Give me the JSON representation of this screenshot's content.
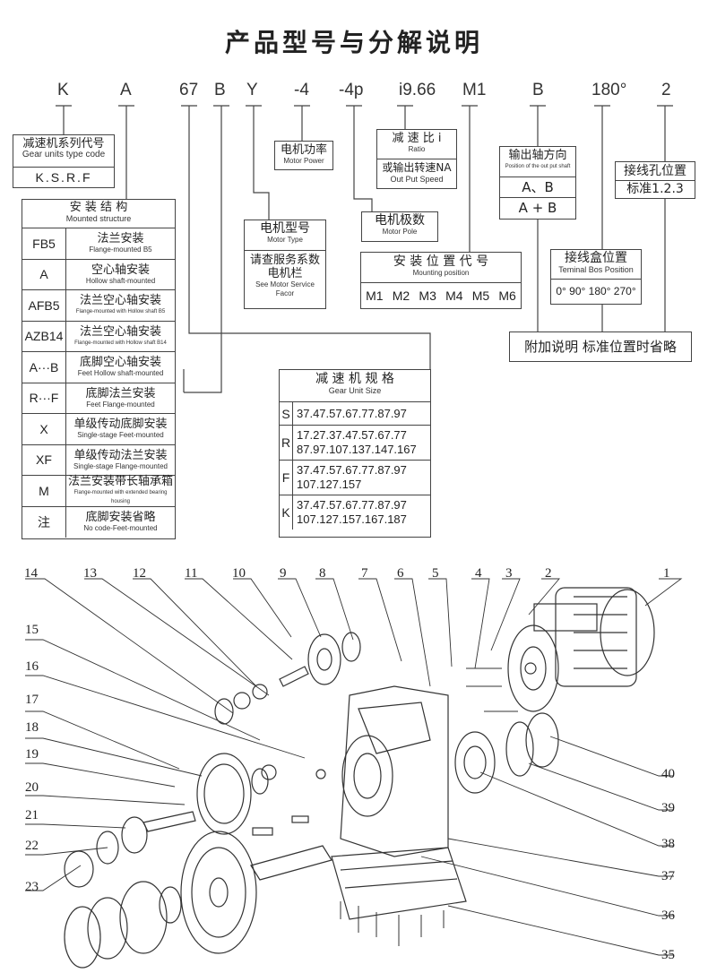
{
  "title": "产品型号与分解说明",
  "codes": [
    "K",
    "A",
    "67",
    "B",
    "Y",
    "-4",
    "-4p",
    "i9.66",
    "M1",
    "B",
    "180°",
    "2"
  ],
  "gear_series": {
    "cn": "减速机系列代号",
    "en": "Gear units type code",
    "value": "K.S.R.F"
  },
  "motor_power": {
    "cn": "电机功率",
    "en": "Motor Power"
  },
  "ratio": {
    "cn": "减 速 比 i",
    "en": "Ratio",
    "cn2": "或输出转速NA",
    "en2": "Out Put Speed"
  },
  "shaft_dir": {
    "cn": "输出轴方向",
    "en": "Position of the out put shaft",
    "opt1": "A、B",
    "opt2": "A + B"
  },
  "terminal_pos": {
    "cn": "接线孔位置",
    "value": "标准1.2.3"
  },
  "motor_type": {
    "cn": "电机型号",
    "en": "Motor Type",
    "cn2": "请查服务系数",
    "cn3": "电机栏",
    "en2": "See Motor Service",
    "en3": "Facor"
  },
  "motor_pole": {
    "cn": "电机极数",
    "en": "Motor Pole"
  },
  "mounting_pos": {
    "cn": "安 装 位 置 代 号",
    "en": "Mounting position",
    "values": [
      "M1",
      "M2",
      "M3",
      "M4",
      "M5",
      "M6"
    ]
  },
  "terminal_box": {
    "cn": "接线盒位置",
    "en": "Teminal Bos Position",
    "values": "0° 90° 180° 270°"
  },
  "note": "附加说明  标准位置时省略",
  "mount_structure": {
    "header_cn": "安 装 结 构",
    "header_en": "Mounted structure",
    "rows": [
      {
        "code": "FB5",
        "cn": "法兰安装",
        "en": "Flange-mounted B5"
      },
      {
        "code": "A",
        "cn": "空心轴安装",
        "en": "Hollow shaft-mounted"
      },
      {
        "code": "AFB5",
        "cn": "法兰空心轴安装",
        "en": "Flange-mounted with Hollow shaft B5"
      },
      {
        "code": "AZB14",
        "cn": "法兰空心轴安装",
        "en": "Flange-mounted with Hollow shaft B14"
      },
      {
        "code": "A···B",
        "cn": "底脚空心轴安装",
        "en": "Feet Hollow shaft-mounted"
      },
      {
        "code": "R···F",
        "cn": "底脚法兰安装",
        "en": "Feet Flange-mounted"
      },
      {
        "code": "X",
        "cn": "单级传动底脚安装",
        "en": "Single-stage Feet-mounted"
      },
      {
        "code": "XF",
        "cn": "单级传动法兰安装",
        "en": "Single-stage Flange-mounted"
      },
      {
        "code": "M",
        "cn": "法兰安装带长轴承箱",
        "en": "Flange-mounted with extended bearing housing"
      },
      {
        "code": "注",
        "cn": "底脚安装省略",
        "en": "No code-Feet-mounted"
      }
    ]
  },
  "gear_size": {
    "header_cn": "减 速 机 规 格",
    "header_en": "Gear Unit Size",
    "rows": [
      {
        "code": "S",
        "l1": "37.47.57.67.77.87.97",
        "l2": ""
      },
      {
        "code": "R",
        "l1": "17.27.37.47.57.67.77",
        "l2": "87.97.107.137.147.167"
      },
      {
        "code": "F",
        "l1": "37.47.57.67.77.87.97",
        "l2": "107.127.157"
      },
      {
        "code": "K",
        "l1": "37.47.57.67.77.87.97",
        "l2": "107.127.157.167.187"
      }
    ]
  },
  "part_numbers": {
    "top": [
      "14",
      "13",
      "12",
      "11",
      "10",
      "9",
      "8",
      "7",
      "6",
      "5",
      "4",
      "3",
      "2",
      "1"
    ],
    "left": [
      "15",
      "16",
      "17",
      "18",
      "19",
      "20",
      "21",
      "22",
      "23"
    ],
    "right": [
      "40",
      "39",
      "38",
      "37",
      "36",
      "35"
    ]
  },
  "colors": {
    "line": "#444444",
    "text": "#222222"
  }
}
